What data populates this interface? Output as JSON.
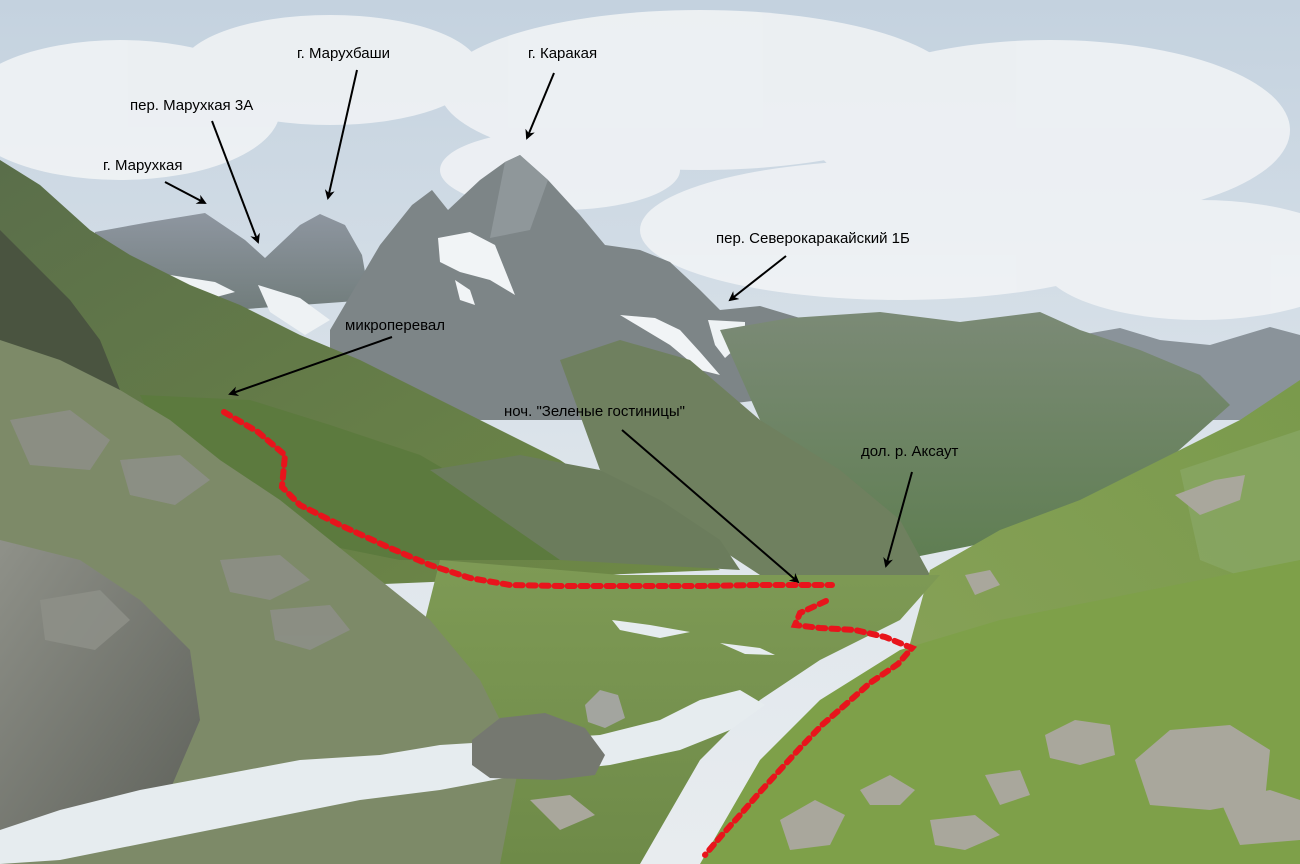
{
  "annotations": {
    "mt_marukhaya": "г. Марухкая",
    "pass_marukhaya": "пер. Марухкая 3А",
    "mt_marukhbashi": "г. Марухбаши",
    "mt_karakaya": "г. Каракая",
    "pass_severokarakay": "пер. Северокаракайский 1Б",
    "micropass": "микроперевал",
    "camp": "ноч. \"Зеленые гостиницы\"",
    "valley": "дол. р. Аксаут"
  },
  "colors": {
    "route": "#e8141c",
    "arrow": "#000000",
    "sky": "#cfd9e3",
    "grass": "#6f8f47",
    "rock": "#7b7f7a",
    "water": "#e9eef2"
  }
}
